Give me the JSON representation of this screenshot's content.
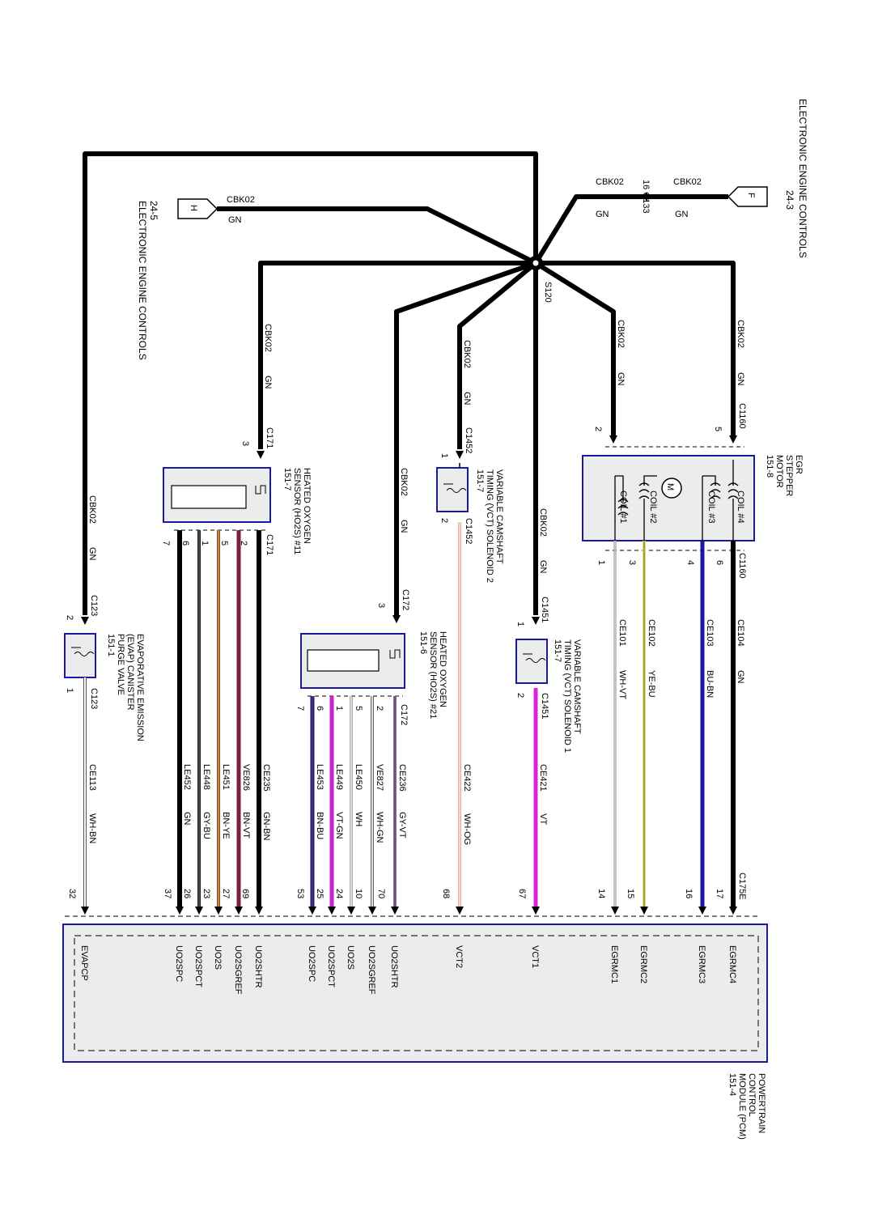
{
  "texts": {
    "eec_top": "ELECTRONIC ENGINE CONTROLS",
    "eec_top_ref": "24-3",
    "conn_f": "F",
    "cbk_f": "CBK02",
    "gn_f": "GN",
    "c133": "16 C133",
    "cbk_c133": "CBK02",
    "gn_c133": "GN",
    "conn_h": "H",
    "cbk_h": "CBK02",
    "gn_h": "GN",
    "eec_left_ref": "24-5",
    "eec_left": "ELECTRONIC ENGINE CONTROLS",
    "s120": "S120",
    "cbk_egr5": "CBK02",
    "gn_egr5": "GN",
    "c1160_top": "C1160",
    "pin5": "5",
    "cbk_egr2": "CBK02",
    "gn_egr2": "GN",
    "pin2_egr": "2",
    "egr_title": "EGR",
    "egr_l2": "STEPPER",
    "egr_l3": "MOTOR",
    "egr_ref": "151-8",
    "coil4": "COIL #4",
    "coil3": "COIL #3",
    "coil2": "COIL #2",
    "coil1": "COIL #1",
    "motor": "M",
    "c1160_bot": "C1160",
    "egr_p6": "6",
    "egr_p4": "4",
    "egr_p3": "3",
    "egr_p1": "1",
    "ce104": "CE104",
    "gn_ce104": "GN",
    "ce103": "CE103",
    "bubn": "BU-BN",
    "ce102": "CE102",
    "yebu": "YE-BU",
    "ce101": "CE101",
    "whvt": "WH-VT",
    "cbk_vct1": "CBK02",
    "gn_vct1": "GN",
    "c1451_top": "C1451",
    "vct1_p1": "1",
    "vct1_l1": "VARIABLE CAMSHAFT",
    "vct1_l2": "TIMING (VCT) SOLENOID 1",
    "vct1_ref": "151-7",
    "c1451_bot": "C1451",
    "vct1_p2": "2",
    "ce421": "CE421",
    "vt": "VT",
    "cbk_vct2": "CBK02",
    "gn_vct2": "GN",
    "c1452_top": "C1452",
    "vct2_p1": "1",
    "vct2_l1": "VARIABLE CAMSHAFT",
    "vct2_l2": "TIMING (VCT) SOLENOID 2",
    "vct2_ref": "151-7",
    "c1452_bot": "C1452",
    "vct2_p2": "2",
    "ce422": "CE422",
    "whog": "WH-OG",
    "cbk_h21": "CBK02",
    "gn_h21": "GN",
    "c172_top": "C172",
    "h21_p3": "3",
    "h21_l1": "HEATED OXYGEN",
    "h21_l2": "SENSOR (HO2S) #21",
    "h21_ref": "151-6",
    "c172_bot": "C172",
    "h21_pins": [
      "2",
      "5",
      "1",
      "6",
      "7"
    ],
    "h21_ckt": [
      "VE827",
      "LE450",
      "LE449",
      "LE453"
    ],
    "h21_ckt2": "CE236",
    "h21_col": [
      "GY-VT",
      "WH-GN",
      "WH",
      "VT-GN",
      "BN-BU"
    ],
    "cbk_h11": "CBK02",
    "gn_h11": "GN",
    "c171_top": "C171",
    "h11_p3": "3",
    "h11_l1": "HEATED OXYGEN",
    "h11_l2": "SENSOR (HO2S) #11",
    "h11_ref": "151-7",
    "c171_bot": "C171",
    "h11_pins": [
      "2",
      "5",
      "1",
      "6",
      "7"
    ],
    "h11_ckt": [
      "CE235",
      "VE826",
      "LE451",
      "LE448",
      "LE452"
    ],
    "h11_col": [
      "GN-BN",
      "BN-VT",
      "BN-YE",
      "GY-BU",
      "GN"
    ],
    "cbk_evap": "CBK02",
    "gn_evap": "GN",
    "c123_top": "C123",
    "evap_p2": "2",
    "evap_l1": "EVAPORATIVE EMISSION",
    "evap_l2": "(EVAP) CANISTER",
    "evap_l3": "PURGE VALVE",
    "evap_ref": "151-1",
    "c123_bot": "C123",
    "evap_p1": "1",
    "ce113": "CE113",
    "whbn": "WH-BN",
    "c175e": "C175E",
    "pcm_pins": [
      "17",
      "16",
      "15",
      "14",
      "67",
      "68",
      "70",
      "10",
      "24",
      "25",
      "53",
      "69",
      "27",
      "23",
      "26",
      "37",
      "32"
    ],
    "pcm_sigs": [
      "EGRMC4",
      "EGRMC3",
      "EGRMC2",
      "EGRMC1",
      "VCT1",
      "VCT2",
      "UO2SHTR",
      "UO2SGREF",
      "UO2S",
      "UO2SPCT",
      "UO2SPC",
      "UO2SHTR",
      "UO2SGREF",
      "UO2S",
      "UO2SPCT",
      "UO2SPC",
      "EVAPCP"
    ],
    "pcm_l1": "POWERTRAIN",
    "pcm_l2": "CONTROL",
    "pcm_l3": "MODULE (PCM)",
    "pcm_ref": "151-4"
  },
  "colors": {
    "ground": "#000000",
    "outline_blue": "#1a1aa0",
    "ce103": "#1a1aa0",
    "ce102": "#e8e060",
    "ce101": "#888888",
    "ce421": "#dd22dd",
    "ce422": "#e0b0a0",
    "box_fill": "#ececec"
  }
}
